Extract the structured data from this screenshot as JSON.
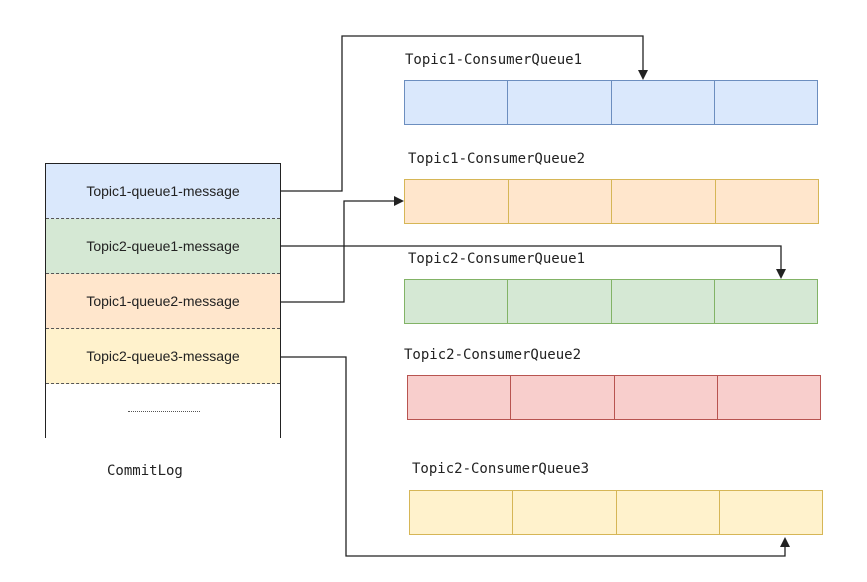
{
  "commitlog": {
    "caption": "CommitLog",
    "rows": [
      {
        "label": "Topic1-queue1-message",
        "color": "#dae8fc"
      },
      {
        "label": "Topic2-queue1-message",
        "color": "#d5e8d4"
      },
      {
        "label": "Topic1-queue2-message",
        "color": "#ffe6cc"
      },
      {
        "label": "Topic2-queue3-message",
        "color": "#fff2cc"
      }
    ],
    "ellipsis_color": "#ffffff"
  },
  "queues": [
    {
      "title": "Topic1-ConsumerQueue1",
      "fill": "#dae8fc",
      "stroke": "#6c8ebf",
      "cells": 4
    },
    {
      "title": "Topic1-ConsumerQueue2",
      "fill": "#ffe6cc",
      "stroke": "#d6b656",
      "cells": 4
    },
    {
      "title": "Topic2-ConsumerQueue1",
      "fill": "#d5e8d4",
      "stroke": "#82b366",
      "cells": 4
    },
    {
      "title": "Topic2-ConsumerQueue2",
      "fill": "#f8cecc",
      "stroke": "#b85450",
      "cells": 4
    },
    {
      "title": "Topic2-ConsumerQueue3",
      "fill": "#fff2cc",
      "stroke": "#d6b656",
      "cells": 4
    }
  ],
  "connections": [
    {
      "from": "Topic1-queue1-message",
      "to": "Topic1-ConsumerQueue1"
    },
    {
      "from": "Topic1-queue2-message",
      "to": "Topic1-ConsumerQueue2"
    },
    {
      "from": "Topic2-queue1-message",
      "to": "Topic2-ConsumerQueue1"
    },
    {
      "from": "Topic2-queue3-message",
      "to": "Topic2-ConsumerQueue3"
    }
  ]
}
